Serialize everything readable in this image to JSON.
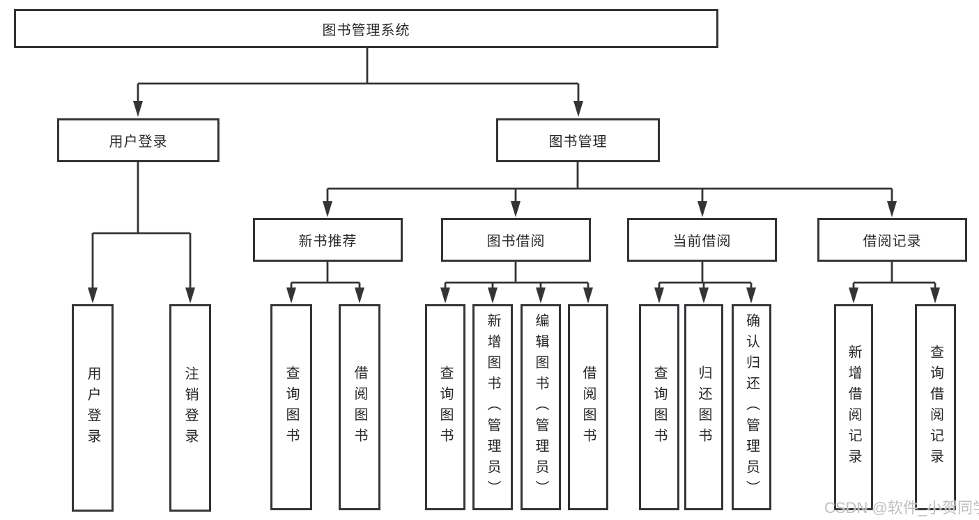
{
  "diagram": {
    "watermark": "CSDN @软件_小贺同学",
    "colors": {
      "line": "#323438",
      "text": "#26282c",
      "background": "#ffffff",
      "watermark": "#bfbfbf"
    },
    "nodes": {
      "root": {
        "label": "图书管理系统"
      },
      "user_login": {
        "label": "用户登录"
      },
      "book_mgmt": {
        "label": "图书管理"
      },
      "new_book_rec": {
        "label": "新书推荐"
      },
      "book_borrow": {
        "label": "图书借阅"
      },
      "current_borrow": {
        "label": "当前借阅"
      },
      "borrow_record": {
        "label": "借阅记录"
      },
      "leaf_user_login": {
        "label": "用户登录"
      },
      "leaf_logout": {
        "label": "注销登录"
      },
      "leaf_nbr_query_book": {
        "label": "查询图书"
      },
      "leaf_nbr_borrow_book": {
        "label": "借阅图书"
      },
      "leaf_bb_query_book": {
        "label": "查询图书"
      },
      "leaf_bb_add_book": {
        "label": "新增图书（管理员）"
      },
      "leaf_bb_edit_book": {
        "label": "编辑图书（管理员）"
      },
      "leaf_bb_borrow_book": {
        "label": "借阅图书"
      },
      "leaf_cb_query_book": {
        "label": "查询图书"
      },
      "leaf_cb_return_book": {
        "label": "归还图书"
      },
      "leaf_cb_confirm_return": {
        "label": "确认归还（管理员）"
      },
      "leaf_br_add_record": {
        "label": "新增借阅记录"
      },
      "leaf_br_query_record": {
        "label": "查询借阅记录"
      }
    }
  }
}
